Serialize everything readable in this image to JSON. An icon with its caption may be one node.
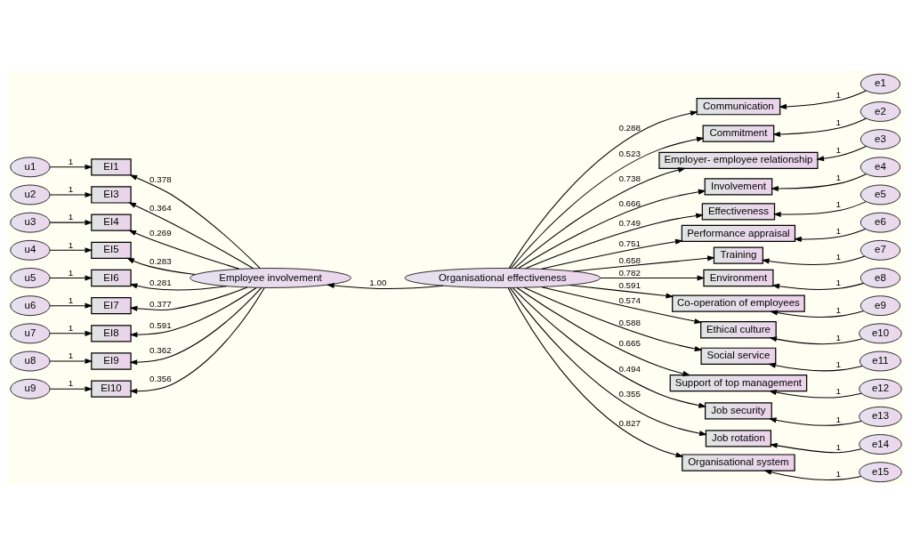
{
  "diagram": {
    "nodes": [
      {
        "text": [
          "Organisational effectiveness"
        ]
      },
      {
        "text": [
          "Employee involvement"
        ]
      },
      {
        "text": [
          "Communication"
        ]
      },
      {
        "text": [
          "Commitment"
        ]
      },
      {
        "text": [
          "Employer- employee relationship"
        ]
      },
      {
        "text": [
          "Involvement"
        ]
      },
      {
        "text": [
          "Effectiveness"
        ]
      },
      {
        "text": [
          "Performance appraisal"
        ]
      },
      {
        "text": [
          "Training"
        ]
      },
      {
        "text": [
          "Environment"
        ]
      },
      {
        "text": [
          "Co-operation of employees"
        ]
      },
      {
        "text": [
          "Ethical culture"
        ]
      },
      {
        "text": [
          "Social service"
        ]
      },
      {
        "text": [
          "Support of top management"
        ]
      },
      {
        "text": [
          "Job security"
        ]
      },
      {
        "text": [
          "Job rotation"
        ]
      },
      {
        "text": [
          "Organisational system"
        ]
      },
      {
        "text": [
          "e1"
        ]
      },
      {
        "text": [
          "e2"
        ]
      },
      {
        "text": [
          "e3"
        ]
      },
      {
        "text": [
          "e4"
        ]
      },
      {
        "text": [
          "e5"
        ]
      },
      {
        "text": [
          "e6"
        ]
      },
      {
        "text": [
          "e7"
        ]
      },
      {
        "text": [
          "e8"
        ]
      },
      {
        "text": [
          "e9"
        ]
      },
      {
        "text": [
          "e10"
        ]
      },
      {
        "text": [
          "e11"
        ]
      },
      {
        "text": [
          "e12"
        ]
      },
      {
        "text": [
          "e13"
        ]
      },
      {
        "text": [
          "e14"
        ]
      },
      {
        "text": [
          "e15"
        ]
      },
      {
        "text": [
          "EI1"
        ]
      },
      {
        "text": [
          "EI3"
        ]
      },
      {
        "text": [
          "EI4"
        ]
      },
      {
        "text": [
          "EI5"
        ]
      },
      {
        "text": [
          "EI6"
        ]
      },
      {
        "text": [
          "EI7"
        ]
      },
      {
        "text": [
          "EI8"
        ]
      },
      {
        "text": [
          "EI9"
        ]
      },
      {
        "text": [
          "EI10"
        ]
      },
      {
        "text": [
          "u1"
        ]
      },
      {
        "text": [
          "u2"
        ]
      },
      {
        "text": [
          "u3"
        ]
      },
      {
        "text": [
          "u4"
        ]
      },
      {
        "text": [
          "u5"
        ]
      },
      {
        "text": [
          "u6"
        ]
      },
      {
        "text": [
          "u7"
        ]
      },
      {
        "text": [
          "u8"
        ]
      },
      {
        "text": [
          "u9"
        ]
      }
    ],
    "edges": [
      {
        "from": 0,
        "to": 1,
        "arrow": "to",
        "label": "1.00"
      },
      {
        "from": 0,
        "to": 2,
        "arrow": "to",
        "label": "0.288"
      },
      {
        "from": 0,
        "to": 3,
        "arrow": "to",
        "label": "0.523"
      },
      {
        "from": 0,
        "to": 4,
        "arrow": "to",
        "label": "0.738"
      },
      {
        "from": 0,
        "to": 5,
        "arrow": "to",
        "label": "0.666"
      },
      {
        "from": 0,
        "to": 6,
        "arrow": "to",
        "label": "0.749"
      },
      {
        "from": 0,
        "to": 7,
        "arrow": "to",
        "label": "0.751"
      },
      {
        "from": 0,
        "to": 8,
        "arrow": "to",
        "label": "0.658"
      },
      {
        "from": 0,
        "to": 9,
        "arrow": "to",
        "label": "0.782"
      },
      {
        "from": 0,
        "to": 10,
        "arrow": "to",
        "label": "0.591"
      },
      {
        "from": 0,
        "to": 11,
        "arrow": "to",
        "label": "0.574"
      },
      {
        "from": 0,
        "to": 12,
        "arrow": "to",
        "label": "0.588"
      },
      {
        "from": 0,
        "to": 13,
        "arrow": "to",
        "label": "0.665"
      },
      {
        "from": 0,
        "to": 14,
        "arrow": "to",
        "label": "0.494"
      },
      {
        "from": 0,
        "to": 15,
        "arrow": "to",
        "label": "0.355"
      },
      {
        "from": 0,
        "to": 16,
        "arrow": "to",
        "label": "0.827"
      },
      {
        "from": 17,
        "to": 2,
        "arrow": "to",
        "label": "1"
      },
      {
        "from": 18,
        "to": 3,
        "arrow": "to",
        "label": "1"
      },
      {
        "from": 19,
        "to": 4,
        "arrow": "to",
        "label": "1"
      },
      {
        "from": 20,
        "to": 5,
        "arrow": "to",
        "label": "1"
      },
      {
        "from": 21,
        "to": 6,
        "arrow": "to",
        "label": "1"
      },
      {
        "from": 22,
        "to": 7,
        "arrow": "to",
        "label": "1"
      },
      {
        "from": 23,
        "to": 8,
        "arrow": "to",
        "label": "1"
      },
      {
        "from": 24,
        "to": 9,
        "arrow": "to",
        "label": "1"
      },
      {
        "from": 25,
        "to": 10,
        "arrow": "to",
        "label": "1"
      },
      {
        "from": 26,
        "to": 11,
        "arrow": "to",
        "label": "1"
      },
      {
        "from": 27,
        "to": 12,
        "arrow": "to",
        "label": "1"
      },
      {
        "from": 28,
        "to": 13,
        "arrow": "to",
        "label": "1"
      },
      {
        "from": 29,
        "to": 14,
        "arrow": "to",
        "label": "1"
      },
      {
        "from": 30,
        "to": 15,
        "arrow": "to",
        "label": "1"
      },
      {
        "from": 31,
        "to": 16,
        "arrow": "to",
        "label": "1"
      },
      {
        "from": 1,
        "to": 32,
        "arrow": "to",
        "label": "0.378"
      },
      {
        "from": 1,
        "to": 33,
        "arrow": "to",
        "label": "0.364"
      },
      {
        "from": 1,
        "to": 34,
        "arrow": "to",
        "label": "0.269"
      },
      {
        "from": 1,
        "to": 35,
        "arrow": "to",
        "label": "0.283"
      },
      {
        "from": 1,
        "to": 36,
        "arrow": "to",
        "label": "0.281"
      },
      {
        "from": 1,
        "to": 37,
        "arrow": "to",
        "label": "0.377"
      },
      {
        "from": 1,
        "to": 38,
        "arrow": "to",
        "label": "0.591"
      },
      {
        "from": 1,
        "to": 39,
        "arrow": "to",
        "label": "0.362"
      },
      {
        "from": 1,
        "to": 40,
        "arrow": "to",
        "label": "0.356"
      },
      {
        "from": 41,
        "to": 32,
        "arrow": "to",
        "label": "1"
      },
      {
        "from": 42,
        "to": 33,
        "arrow": "to",
        "label": "1"
      },
      {
        "from": 43,
        "to": 34,
        "arrow": "to",
        "label": "1"
      },
      {
        "from": 44,
        "to": 35,
        "arrow": "to",
        "label": "1"
      },
      {
        "from": 45,
        "to": 36,
        "arrow": "to",
        "label": "1"
      },
      {
        "from": 46,
        "to": 37,
        "arrow": "to",
        "label": "1"
      },
      {
        "from": 47,
        "to": 38,
        "arrow": "to",
        "label": "1"
      },
      {
        "from": 48,
        "to": 39,
        "arrow": "to",
        "label": "1"
      },
      {
        "from": 49,
        "to": 40,
        "arrow": "to",
        "label": "1"
      }
    ]
  }
}
